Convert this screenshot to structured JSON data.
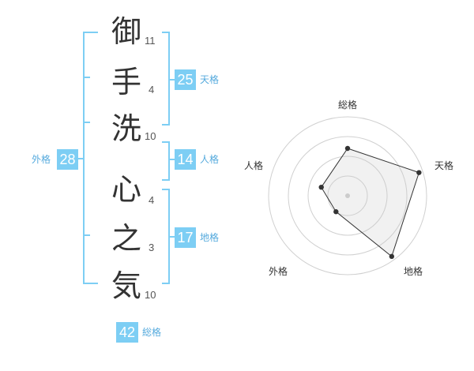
{
  "name_chars": [
    {
      "char": "御",
      "strokes": "11"
    },
    {
      "char": "手",
      "strokes": "4"
    },
    {
      "char": "洗",
      "strokes": "10"
    },
    {
      "char": "心",
      "strokes": "4"
    },
    {
      "char": "之",
      "strokes": "3"
    },
    {
      "char": "気",
      "strokes": "10"
    }
  ],
  "fortunes": {
    "tenkaku": {
      "label": "天格",
      "value": "25"
    },
    "jinkaku": {
      "label": "人格",
      "value": "14"
    },
    "chikaku": {
      "label": "地格",
      "value": "17"
    },
    "gaikaku": {
      "label": "外格",
      "value": "28"
    },
    "soukaku": {
      "label": "総格",
      "value": "42"
    }
  },
  "colors": {
    "accent": "#7dcef4",
    "text": "#333333"
  },
  "chart_data": {
    "type": "radar",
    "axes": [
      "総格",
      "天格",
      "地格",
      "外格",
      "人格"
    ],
    "values": [
      0.6,
      0.95,
      0.95,
      0.25,
      0.35
    ],
    "rings": 4
  }
}
